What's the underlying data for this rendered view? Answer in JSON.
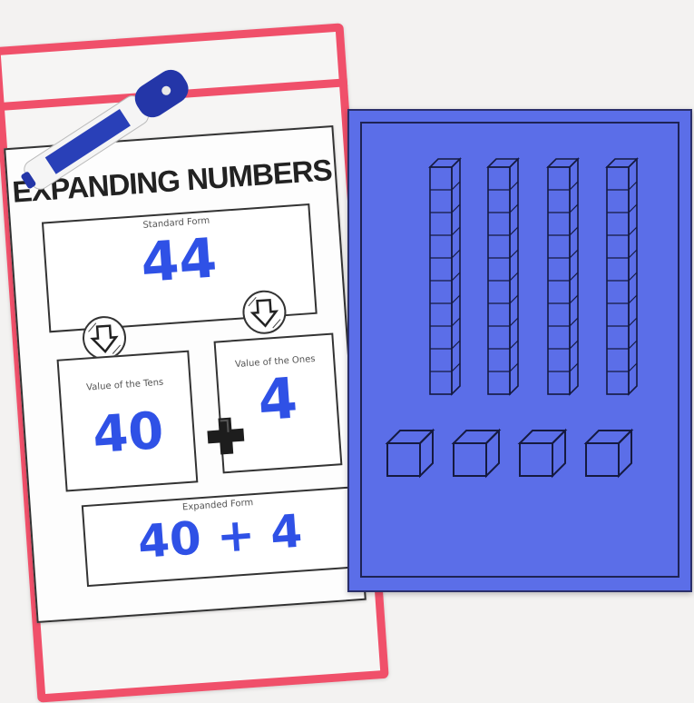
{
  "worksheet": {
    "title": "EXPANDING NUMBERS",
    "standard_form_label": "Standard Form",
    "standard_form_value": "44",
    "tens_label": "Value of the Tens",
    "tens_value": "40",
    "ones_label": "Value of the Ones",
    "ones_value": "4",
    "expanded_form_label": "Expanded Form",
    "expanded_form_value": "40 + 4"
  },
  "base_ten_card": {
    "tens_rods": 4,
    "units_per_rod": 10,
    "ones_cubes": 4
  },
  "colors": {
    "sleeve": "#f0506a",
    "marker_ink": "#2f51e6",
    "card": "#5b6ee8"
  }
}
